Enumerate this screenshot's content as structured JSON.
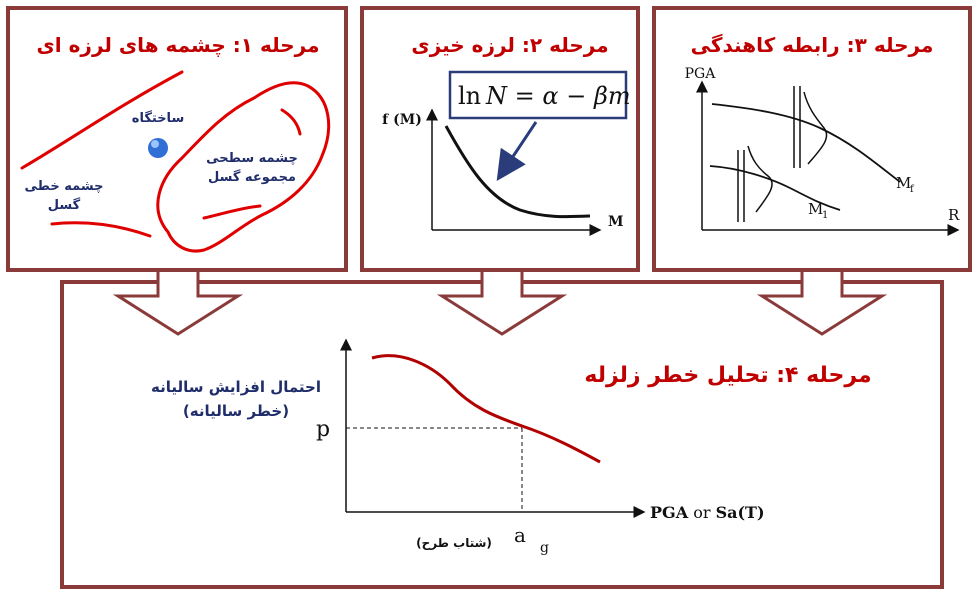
{
  "colors": {
    "frame": "#8b3a3a",
    "title": "#c00000",
    "navy": "#1f2d6b",
    "red_line": "#e00000",
    "curve_dark": "#b00000",
    "formula_border": "#2a3d7a",
    "arrow_blue": "#2a3d7a",
    "dot": "#2f6fd6"
  },
  "stage1": {
    "title": "مرحله ۱: چشمه های لرزه ای",
    "building_label": "ساختگاه",
    "line_source_line1": "چشمه خطی",
    "line_source_line2": "گسل",
    "area_source_line1": "چشمه سطحی",
    "area_source_line2": "مجموعه گسل"
  },
  "stage2": {
    "title": "مرحله ۲: لرزه خیزی",
    "formula_ln": "ln",
    "formula_rest": "N = α − βm",
    "ylabel": "f (M)",
    "xlabel": "M"
  },
  "stage3": {
    "title": "مرحله ۳: رابطه کاهندگی",
    "ylabel": "PGA",
    "xlabel": "R",
    "curve1_label": "M",
    "curve1_sub": "1",
    "curve2_label": "M",
    "curve2_sub": "f"
  },
  "stage4": {
    "title": "مرحله ۴: تحلیل خطر زلزله",
    "ylabel_line1": "احتمال افزایش سالیانه",
    "ylabel_line2": "(خطر سالیانه)",
    "p_label": "p",
    "xlabel_bold1": "PGA",
    "xlabel_or": " or ",
    "xlabel_bold2": "Sa(T)",
    "ag_main": "a",
    "ag_sub": "g",
    "design_accel": "(شتاب طرح)"
  }
}
